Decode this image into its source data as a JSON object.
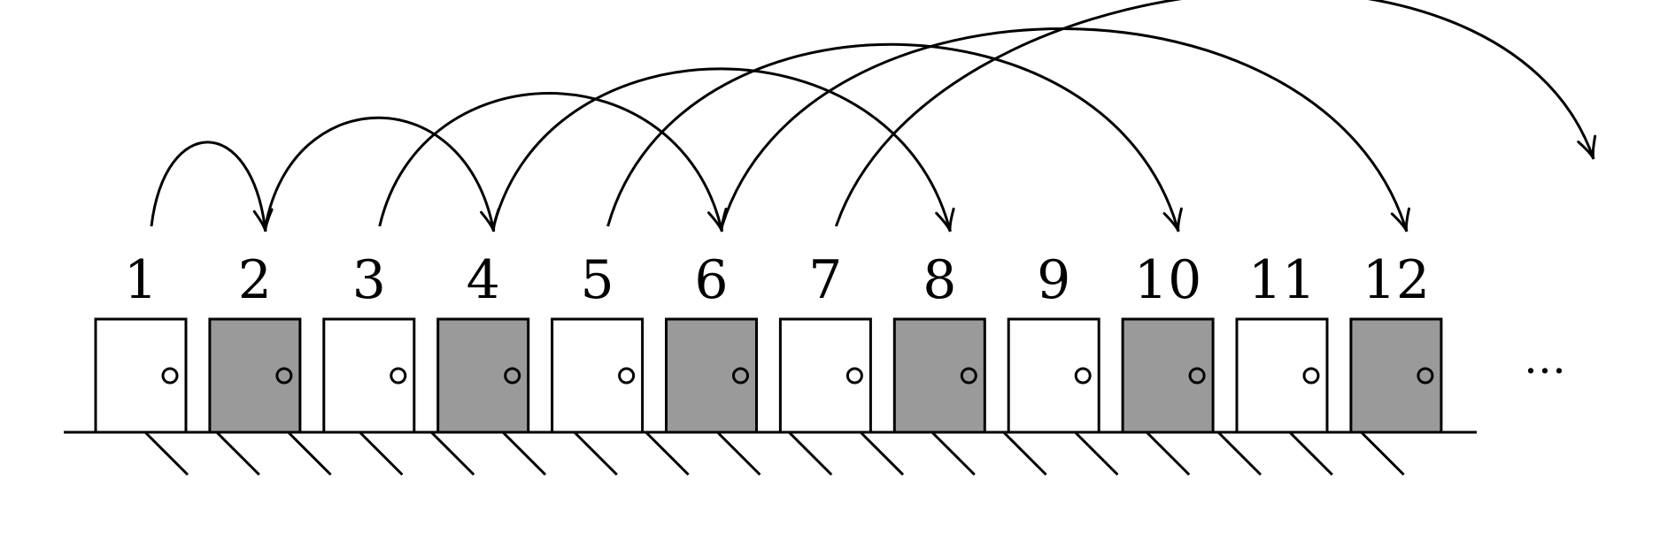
{
  "doors": [
    {
      "label": "1",
      "state": "open"
    },
    {
      "label": "2",
      "state": "closed"
    },
    {
      "label": "3",
      "state": "open"
    },
    {
      "label": "4",
      "state": "closed"
    },
    {
      "label": "5",
      "state": "open"
    },
    {
      "label": "6",
      "state": "closed"
    },
    {
      "label": "7",
      "state": "open"
    },
    {
      "label": "8",
      "state": "closed"
    },
    {
      "label": "9",
      "state": "open"
    },
    {
      "label": "10",
      "state": "closed"
    },
    {
      "label": "11",
      "state": "open"
    },
    {
      "label": "12",
      "state": "closed"
    }
  ],
  "jumps": [
    {
      "from": "1",
      "to": "2"
    },
    {
      "from": "2",
      "to": "4"
    },
    {
      "from": "3",
      "to": "6"
    },
    {
      "from": "4",
      "to": "8"
    },
    {
      "from": "5",
      "to": "10"
    },
    {
      "from": "6",
      "to": "12"
    },
    {
      "from": "7",
      "to": "14"
    }
  ],
  "continuation": "…",
  "colors": {
    "open_door": "#ffffff",
    "closed_door": "#9a9a9a",
    "stroke": "#000000"
  }
}
